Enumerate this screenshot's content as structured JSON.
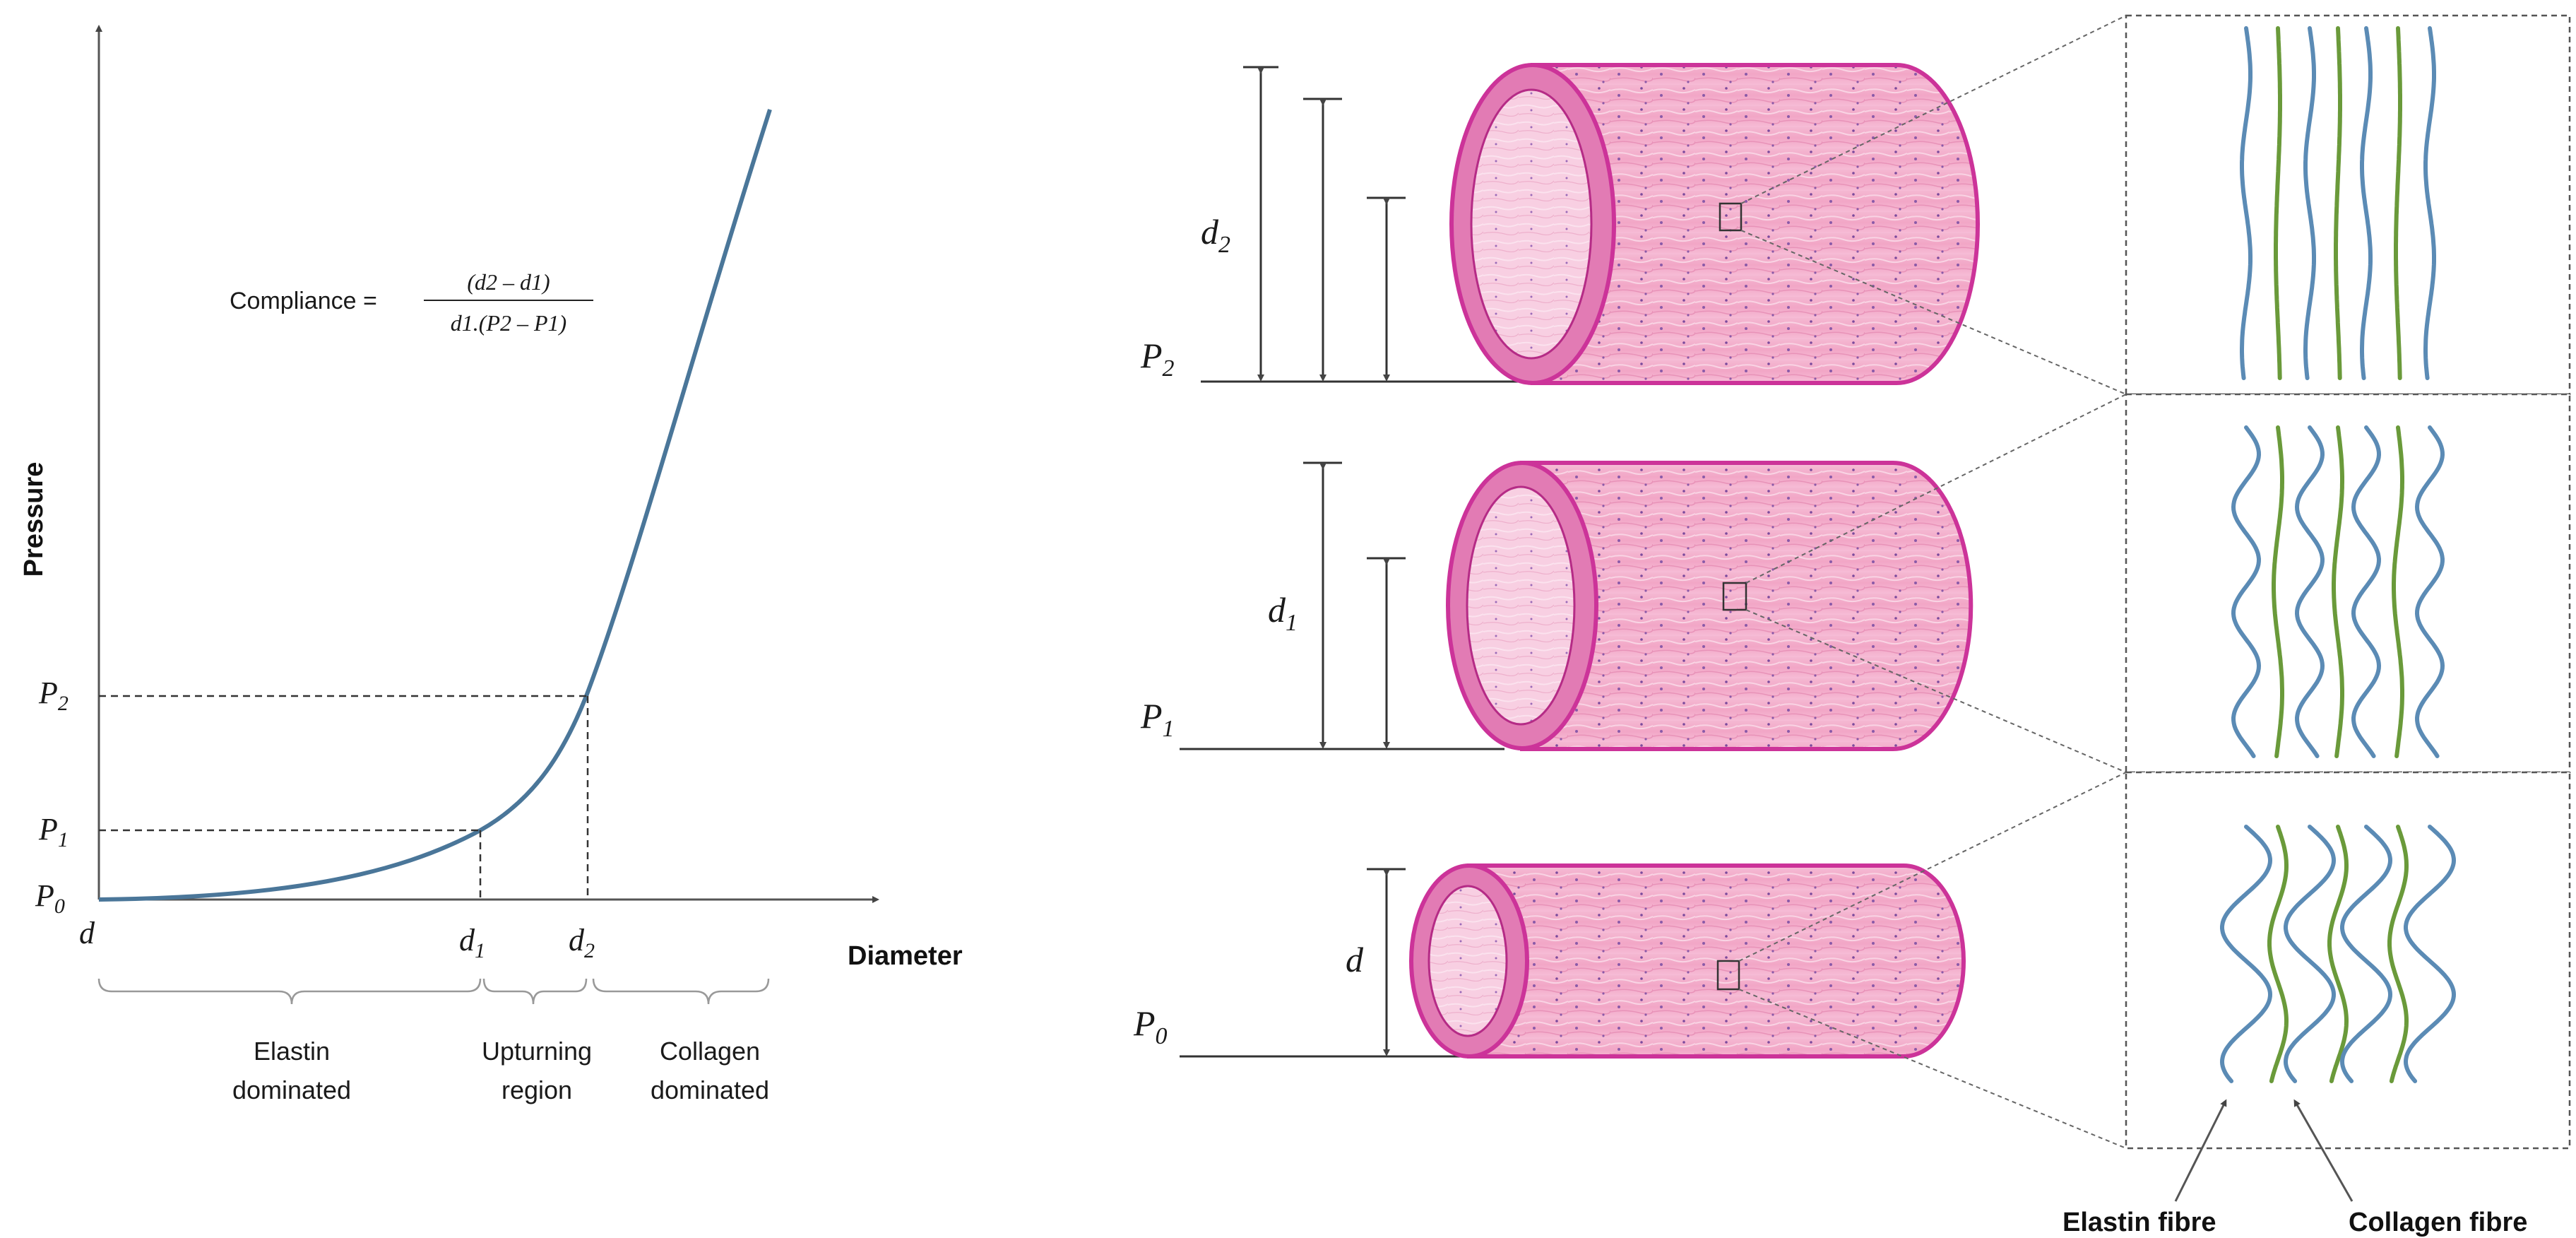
{
  "chart": {
    "y_axis_label": "Pressure",
    "x_axis_label": "Diameter",
    "formula": {
      "prefix": "Compliance =",
      "numerator": "(d2 – d1)",
      "denominator": "d1.(P2 – P1)"
    },
    "y_ticks": [
      {
        "main": "P",
        "sub": "2"
      },
      {
        "main": "P",
        "sub": "1"
      },
      {
        "main": "P",
        "sub": "0"
      }
    ],
    "x_ticks": [
      {
        "main": "d",
        "sub": ""
      },
      {
        "main": "d",
        "sub": "1"
      },
      {
        "main": "d",
        "sub": "2"
      }
    ],
    "regions": [
      {
        "line1": "Elastin",
        "line2": "dominated"
      },
      {
        "line1": "Upturning",
        "line2": "region"
      },
      {
        "line1": "Collagen",
        "line2": "dominated"
      }
    ]
  },
  "vessels": [
    {
      "pressure_label": {
        "main": "P",
        "sub": "2"
      },
      "diameter_label": {
        "main": "d",
        "sub": "2"
      }
    },
    {
      "pressure_label": {
        "main": "P",
        "sub": "1"
      },
      "diameter_label": {
        "main": "d",
        "sub": "1"
      }
    },
    {
      "pressure_label": {
        "main": "P",
        "sub": "0"
      },
      "diameter_label": {
        "main": "d",
        "sub": ""
      }
    }
  ],
  "fibres": {
    "elastin_label": "Elastin fibre",
    "collagen_label": "Collagen fibre",
    "elastin_color": "#5b8bb5",
    "collagen_color": "#6a9a3a"
  },
  "colors": {
    "curve": "#4a7699",
    "vessel_outer": "#cc3399",
    "vessel_tissue": "#f0a8c8",
    "vessel_lumen": "#f7c6dc"
  }
}
